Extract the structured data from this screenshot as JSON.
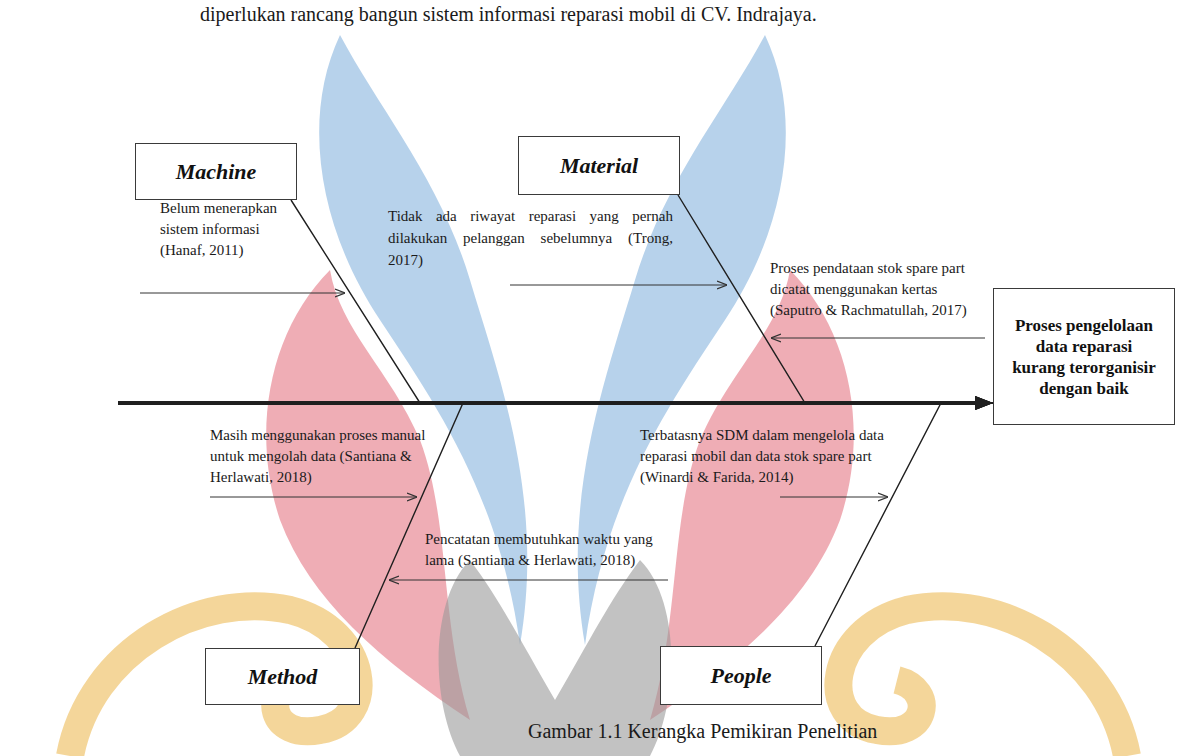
{
  "diagram": {
    "caption": "Gambar 1.1 Kerangka Pemikiran Penelitian",
    "nodes": [
      {
        "text": [
          "Machine"
        ]
      },
      {
        "text": [
          "Material"
        ]
      },
      {
        "text": [
          "Proses pengelolaan data reparasi kurang terorganisir dengan baik"
        ]
      },
      {
        "text": [
          "Method"
        ]
      },
      {
        "text": [
          "People"
        ]
      }
    ],
    "edges": [
      {
        "from": 0,
        "to": 2,
        "arrow": "to"
      },
      {
        "from": 1,
        "to": 2,
        "arrow": "to"
      },
      {
        "from": 3,
        "to": 2,
        "arrow": "to"
      },
      {
        "from": 4,
        "to": 2,
        "arrow": "to"
      }
    ],
    "labels": [
      "diperlukan rancang bangun sistem informasi reparasi mobil di CV. Indrajaya.",
      "Belum menerapkan sistem informasi (Hanaf, 2011)",
      "Tidak ada riwayat reparasi yang pernah dilakukan pelanggan sebelumnya (Trong, 2017)",
      "Proses pendataan stok spare part dicatat menggunakan kertas (Saputro & Rachmatullah, 2017)",
      "Masih menggunakan proses manual untuk mengolah data (Santiana & Herlawati, 2018)",
      "Terbatasnya SDM dalam mengelola data reparasi mobil dan data stok spare part (Winardi & Farida, 2014)",
      "Pencatatan membutuhkan waktu yang lama (Santiana & Herlawati, 2018)"
    ]
  }
}
